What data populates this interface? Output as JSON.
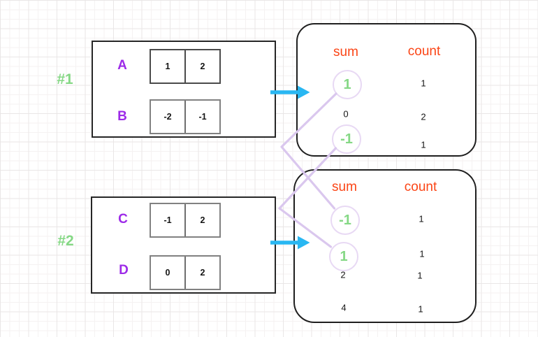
{
  "examples": [
    {
      "label": "#1",
      "arrays": [
        {
          "name": "A",
          "cells": [
            "1",
            "2"
          ]
        },
        {
          "name": "B",
          "cells": [
            "-2",
            "-1"
          ]
        }
      ],
      "table": {
        "sum_header": "sum",
        "count_header": "count",
        "rows": [
          {
            "sum": "1",
            "count": "1",
            "circled": true
          },
          {
            "sum": "0",
            "count": "2",
            "circled": false
          },
          {
            "sum": "-1",
            "count": "1",
            "circled": true
          }
        ]
      }
    },
    {
      "label": "#2",
      "arrays": [
        {
          "name": "C",
          "cells": [
            "-1",
            "2"
          ]
        },
        {
          "name": "D",
          "cells": [
            "0",
            "2"
          ]
        }
      ],
      "table": {
        "sum_header": "sum",
        "count_header": "count",
        "rows": [
          {
            "sum": "-1",
            "count": "1",
            "circled": true
          },
          {
            "sum": "1",
            "count": "1",
            "circled": true
          },
          {
            "sum": "2",
            "count": "1",
            "circled": false
          },
          {
            "sum": "4",
            "count": "1",
            "circled": false
          }
        ]
      }
    }
  ],
  "connections": [
    {
      "from": "example1 sum 1",
      "to": "example2 sum -1"
    },
    {
      "from": "example1 sum -1",
      "to": "example2 sum 1"
    }
  ],
  "arrows": [
    {
      "from": "example1 input box",
      "to": "example1 sum table"
    },
    {
      "from": "example2 input box",
      "to": "example2 sum table"
    }
  ],
  "colors": {
    "example_label": "#85d885",
    "array_name": "#9d2be8",
    "table_header": "#fb4516",
    "circled_value": "#85d885",
    "plain_value": "#141414",
    "arrow": "#29b7f2",
    "connector": "#dac7ee",
    "circle_stroke": "#e8d9f4"
  }
}
